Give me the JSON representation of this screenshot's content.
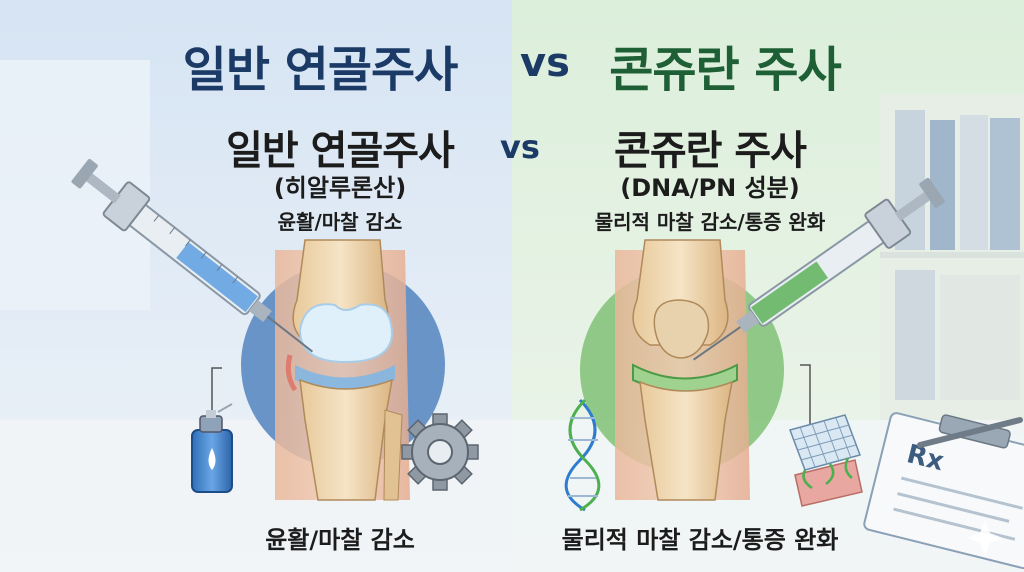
{
  "title": {
    "left": "일반 연골주사",
    "vs": "vs",
    "right": "콘쥬란 주사"
  },
  "left_panel": {
    "heading": "일반 연골주사",
    "ingredient": "(히알루론산)",
    "effect": "윤활/마찰 감소",
    "caption": "윤활/마찰 감소",
    "icons": [
      "syringe-icon",
      "knee-joint-icon",
      "spray-can-icon",
      "gear-icon"
    ]
  },
  "center": {
    "vs": "vs"
  },
  "right_panel": {
    "heading": "콘쥬란 주사",
    "ingredient": "(DNA/PN 성분)",
    "effect": "물리적 마찰 감소/통증 완화",
    "caption": "물리적 마찰 감소/통증 완화",
    "icons": [
      "syringe-icon",
      "knee-joint-icon",
      "dna-icon",
      "mesh-scaffold-icon",
      "clipboard-prescription-icon"
    ]
  },
  "colors": {
    "left_bg": "#dce8f5",
    "right_bg": "#e3f1e1",
    "left_title": "#1b3a66",
    "right_title": "#1e5f36",
    "left_fluid": "#4f8fd6",
    "right_fluid": "#4da35a",
    "left_circle": "#5b89c2",
    "right_circle": "#86c47c"
  }
}
